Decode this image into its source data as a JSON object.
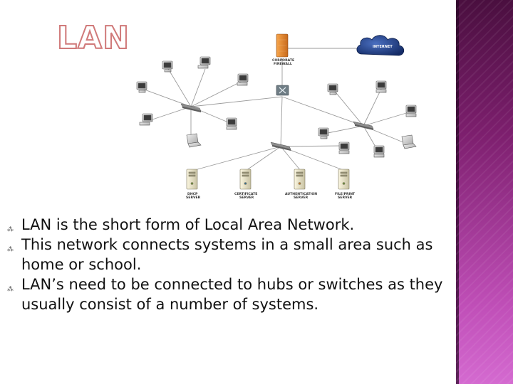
{
  "title": "LAN",
  "diagram": {
    "internet_label": "INTERNET",
    "firewall_label_line1": "CORPORATE",
    "firewall_label_line2": "FIREWALL",
    "servers": [
      {
        "line1": "DHCP",
        "line2": "SERVER"
      },
      {
        "line1": "CERTIFICATE",
        "line2": "SERVER"
      },
      {
        "line1": "AUTHENTICATION",
        "line2": "SERVER"
      },
      {
        "line1": "FILE/PRINT",
        "line2": "SERVER"
      }
    ]
  },
  "bullets": [
    "LAN is the short form of Local Area Network.",
    "This network connects systems in a small area such as home or school.",
    "LAN’s need to be connected to hubs or switches as they usually consist of a number of systems."
  ],
  "bullet_marker": "⁂",
  "colors": {
    "side_band": "#7d1f6e",
    "title_outline": "#d07a7a",
    "cloud": "#1f3f88",
    "firewall": "#e8892e"
  }
}
